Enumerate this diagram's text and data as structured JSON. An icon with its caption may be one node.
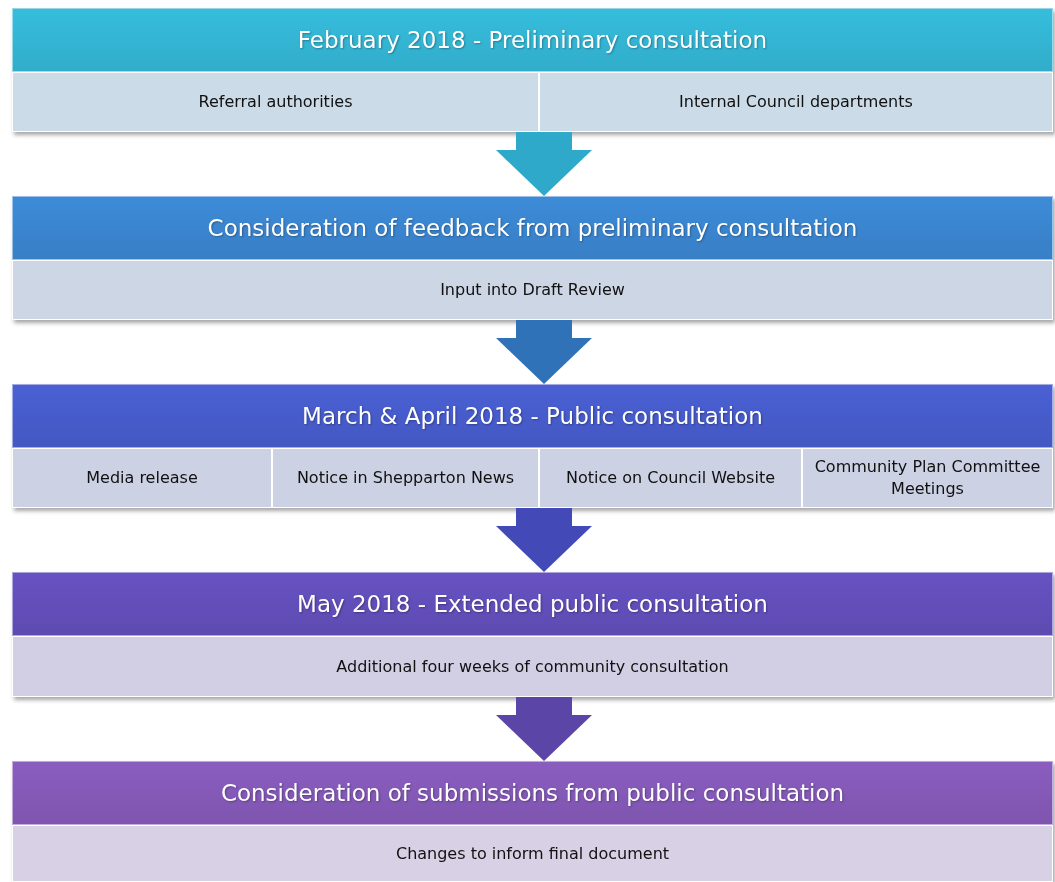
{
  "diagram": {
    "nodes": [
      {
        "text": [],
        "shape": "box"
      },
      {
        "text": [
          "February 2018 - Preliminary consultation"
        ],
        "in": 0
      },
      {
        "text": [
          "Referral authorities"
        ],
        "in": 0
      },
      {
        "text": [
          "Internal Council departments"
        ],
        "in": 0
      },
      {
        "text": [],
        "shape": "box"
      },
      {
        "text": [
          "Consideration of feedback from preliminary consultation"
        ],
        "in": 4
      },
      {
        "text": [
          "Input into Draft Review"
        ],
        "in": 4
      },
      {
        "text": [],
        "shape": "box"
      },
      {
        "text": [
          "March & April 2018 - Public consultation"
        ],
        "in": 7
      },
      {
        "text": [
          "Media release"
        ],
        "in": 7
      },
      {
        "text": [
          "Notice in Shepparton News"
        ],
        "in": 7
      },
      {
        "text": [
          "Notice on Council Website"
        ],
        "in": 7
      },
      {
        "text": [
          "Community Plan Committee Meetings"
        ],
        "in": 7
      },
      {
        "text": [],
        "shape": "box"
      },
      {
        "text": [
          "May 2018 - Extended public consultation"
        ],
        "in": 13
      },
      {
        "text": [
          "Additional four weeks of community consultation"
        ],
        "in": 13
      },
      {
        "text": [],
        "shape": "box"
      },
      {
        "text": [
          "Consideration of submissions from public consultation"
        ],
        "in": 16
      },
      {
        "text": [
          "Changes to inform final document"
        ],
        "in": 16
      }
    ],
    "edges": [
      {
        "from": 0,
        "to": 4,
        "arrow": "to",
        "color": "#2ea9c9"
      },
      {
        "from": 4,
        "to": 7,
        "arrow": "to",
        "color": "#2f72b8"
      },
      {
        "from": 7,
        "to": 13,
        "arrow": "to",
        "color": "#4349b6"
      },
      {
        "from": 13,
        "to": 16,
        "arrow": "to",
        "color": "#5b46a8"
      }
    ]
  }
}
